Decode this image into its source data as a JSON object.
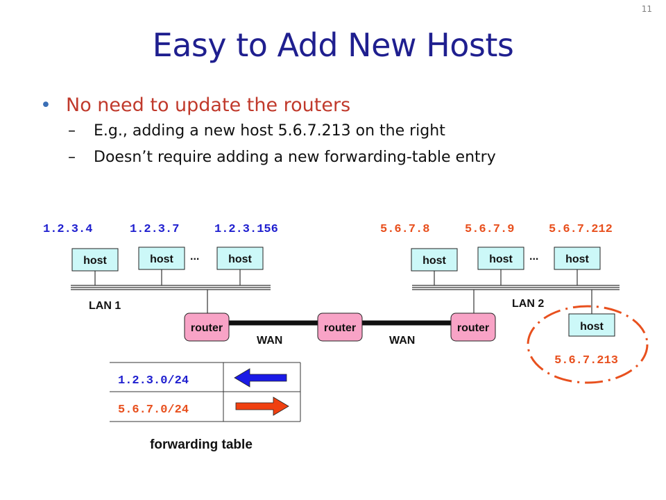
{
  "slide_number": "11",
  "title": "Easy to Add New Hosts",
  "bullets": {
    "main": "No need to update the routers",
    "subs": [
      "E.g., adding a new host 5.6.7.213 on the right",
      "Doesn’t require adding a new forwarding-table entry"
    ]
  },
  "diagram": {
    "left_addresses": [
      "1.2.3.4",
      "1.2.3.7",
      "1.2.3.156"
    ],
    "right_addresses": [
      "5.6.7.8",
      "5.6.7.9",
      "5.6.7.212"
    ],
    "host_label": "host",
    "router_label": "router",
    "ellipsis": "...",
    "lan1": "LAN 1",
    "lan2": "LAN 2",
    "wan": "WAN",
    "new_host_address": "5.6.7.213",
    "forwarding_table": {
      "caption": "forwarding table",
      "entries": [
        "1.2.3.0/24",
        "5.6.7.0/24"
      ]
    },
    "colors": {
      "address": "#1f1fcf",
      "address_right": "#e8501e",
      "host_fill": "#ccf8f8",
      "router_fill": "#f8a3c6",
      "arrow_left": "#1a1ae6",
      "arrow_right": "#f04010",
      "circle": "#e8501e"
    }
  }
}
